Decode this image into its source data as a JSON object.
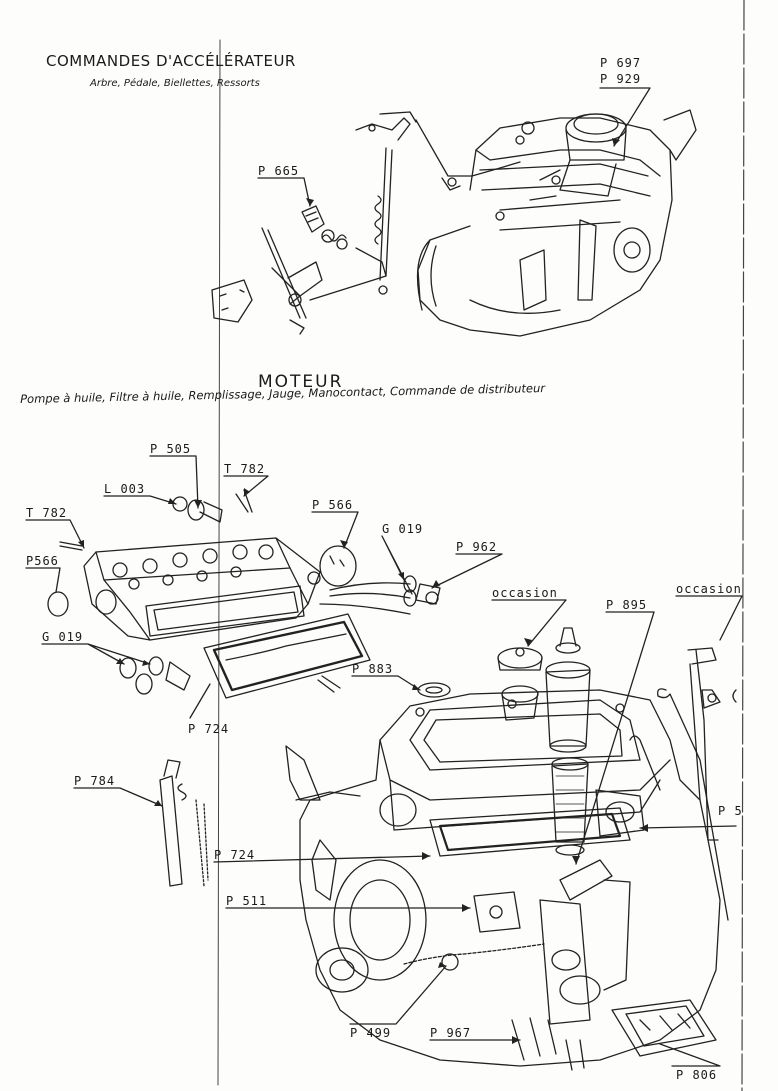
{
  "sections": {
    "accelerator": {
      "title": "COMMANDES  D'ACCÉLÉRATEUR",
      "subtitle": "Arbre, Pédale, Biellettes, Ressorts"
    },
    "engine": {
      "title": "MOTEUR",
      "subtitle": "Pompe à huile, Filtre à huile, Remplissage, Jauge, Manocontact, Commande de distributeur"
    }
  },
  "refs": {
    "p697": "P 697",
    "p929": "P 929",
    "p665": "P 665",
    "p505": "P 505",
    "t782a": "T 782",
    "l003": "L 003",
    "t782b": "T 782",
    "p566a": "P 566",
    "p566b": "P566",
    "g019a": "G 019",
    "p962": "P 962",
    "occasion1": "occasion",
    "occasion2": "occasion",
    "p895": "P 895",
    "g019b": "G 019",
    "p883": "P 883",
    "p724a": "P 724",
    "p784": "P 784",
    "p5": "P 5",
    "p724b": "P 724",
    "p511": "P 511",
    "p499": "P 499",
    "p967": "P 967",
    "p806": "P 806"
  }
}
